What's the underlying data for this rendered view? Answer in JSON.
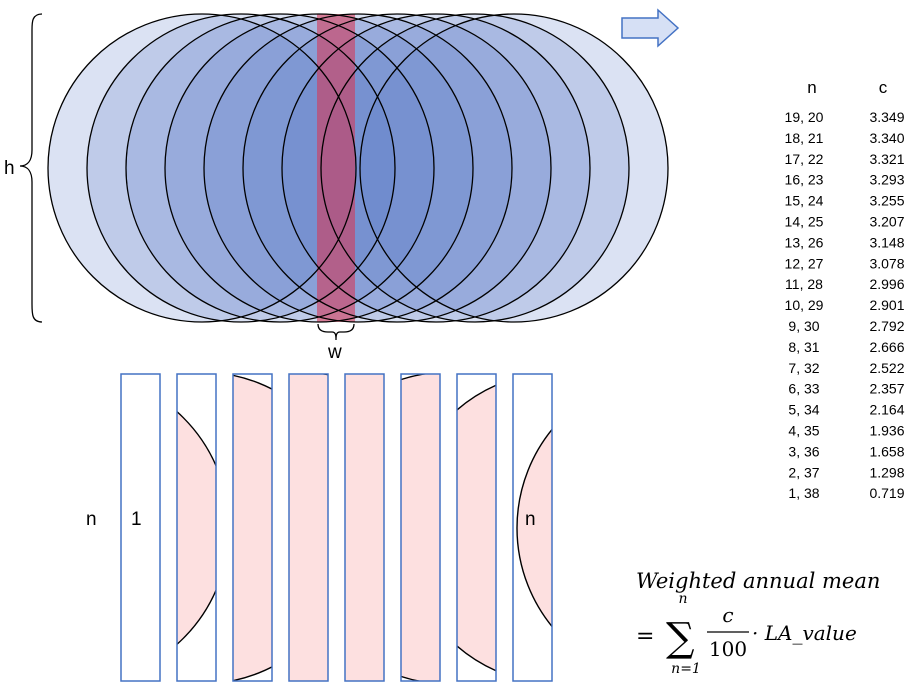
{
  "colors": {
    "circle_fill": "#5b7ac9",
    "circle_stroke": "#000000",
    "strip_fill": "#d43a5a",
    "segment_fill": "#fde0e0",
    "box_stroke": "#4472c4",
    "arrow_fill": "#d6e0f5",
    "arrow_stroke": "#4472c4"
  },
  "labels": {
    "height": "h",
    "width": "w",
    "n_left": "n",
    "first_segment": "1",
    "last_segment": "n"
  },
  "diagram": {
    "circle_count": 9,
    "strip_box_count": 8
  },
  "table": {
    "col_n": "n",
    "col_c": "c",
    "rows": [
      {
        "n": "19, 20",
        "c": "3.349"
      },
      {
        "n": "18, 21",
        "c": "3.340"
      },
      {
        "n": "17, 22",
        "c": "3.321"
      },
      {
        "n": "16, 23",
        "c": "3.293"
      },
      {
        "n": "15, 24",
        "c": "3.255"
      },
      {
        "n": "14, 25",
        "c": "3.207"
      },
      {
        "n": "13, 26",
        "c": "3.148"
      },
      {
        "n": "12, 27",
        "c": "3.078"
      },
      {
        "n": "11, 28",
        "c": "2.996"
      },
      {
        "n": "10, 29",
        "c": "2.901"
      },
      {
        "n": "9, 30",
        "c": "2.792"
      },
      {
        "n": "8, 31",
        "c": "2.666"
      },
      {
        "n": "7, 32",
        "c": "2.522"
      },
      {
        "n": "6, 33",
        "c": "2.357"
      },
      {
        "n": "5, 34",
        "c": "2.164"
      },
      {
        "n": "4, 35",
        "c": "1.936"
      },
      {
        "n": "3, 36",
        "c": "1.658"
      },
      {
        "n": "2, 37",
        "c": "1.298"
      },
      {
        "n": "1, 38",
        "c": "0.719"
      }
    ]
  },
  "formula": {
    "title": "Weighted annual mean",
    "equals": "=",
    "sigma": "∑",
    "upper_limit": "n",
    "lower_limit": "n=1",
    "numerator": "c",
    "denominator": "100",
    "tail": "· LA_value"
  }
}
